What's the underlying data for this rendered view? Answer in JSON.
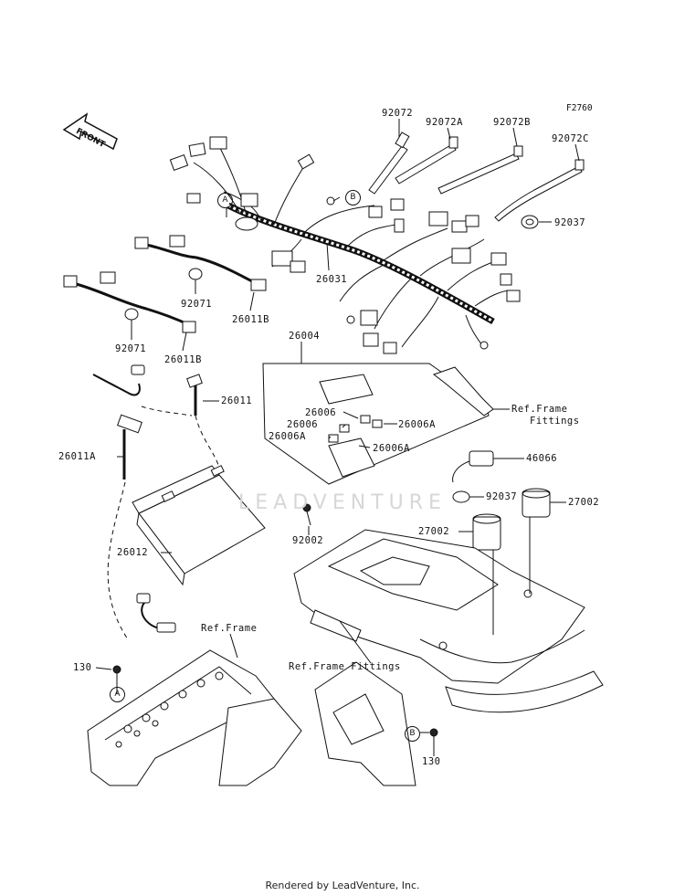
{
  "figure_code": "F2760",
  "front_label": "FRONT",
  "watermark": "LEADVENTURE",
  "footer": "Rendered by LeadVenture, Inc.",
  "circle_refs": {
    "a1": "A",
    "b1": "B",
    "a2": "A",
    "b2": "B"
  },
  "parts": {
    "p92072": "92072",
    "p92072A": "92072A",
    "p92072B": "92072B",
    "p92072C": "92072C",
    "p92037_top": "92037",
    "p26031": "26031",
    "p92071_a": "92071",
    "p26011B_a": "26011B",
    "p92071_b": "92071",
    "p26011B_b": "26011B",
    "p26004": "26004",
    "p26011": "26011",
    "p26006_a": "26006",
    "p26006_b": "26006",
    "p26006A_a": "26006A",
    "p26006A_b": "26006A",
    "p26006A_c": "26006A",
    "p46066": "46066",
    "p26011A": "26011A",
    "p92037_mid": "92037",
    "p27002_r": "27002",
    "p27002_l": "27002",
    "p92002": "92002",
    "p26012": "26012",
    "p130_l": "130",
    "p130_r": "130"
  },
  "refs": {
    "frame_fittings_1a": "Ref.Frame",
    "frame_fittings_1b": "Fittings",
    "frame": "Ref.Frame",
    "frame_fittings_2": "Ref.Frame Fittings"
  }
}
